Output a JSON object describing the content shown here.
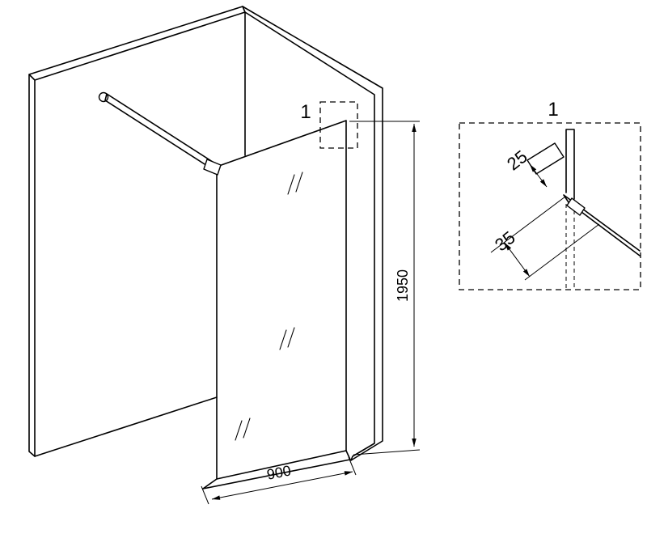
{
  "colors": {
    "line": "#000000",
    "background": "#ffffff"
  },
  "drawing": {
    "detail_callout": {
      "label": "1"
    },
    "detail_view": {
      "title": "1",
      "dim_25": "25",
      "dim_35": "35"
    },
    "dimensions": {
      "height_label": "1950",
      "width_label": "900"
    }
  }
}
